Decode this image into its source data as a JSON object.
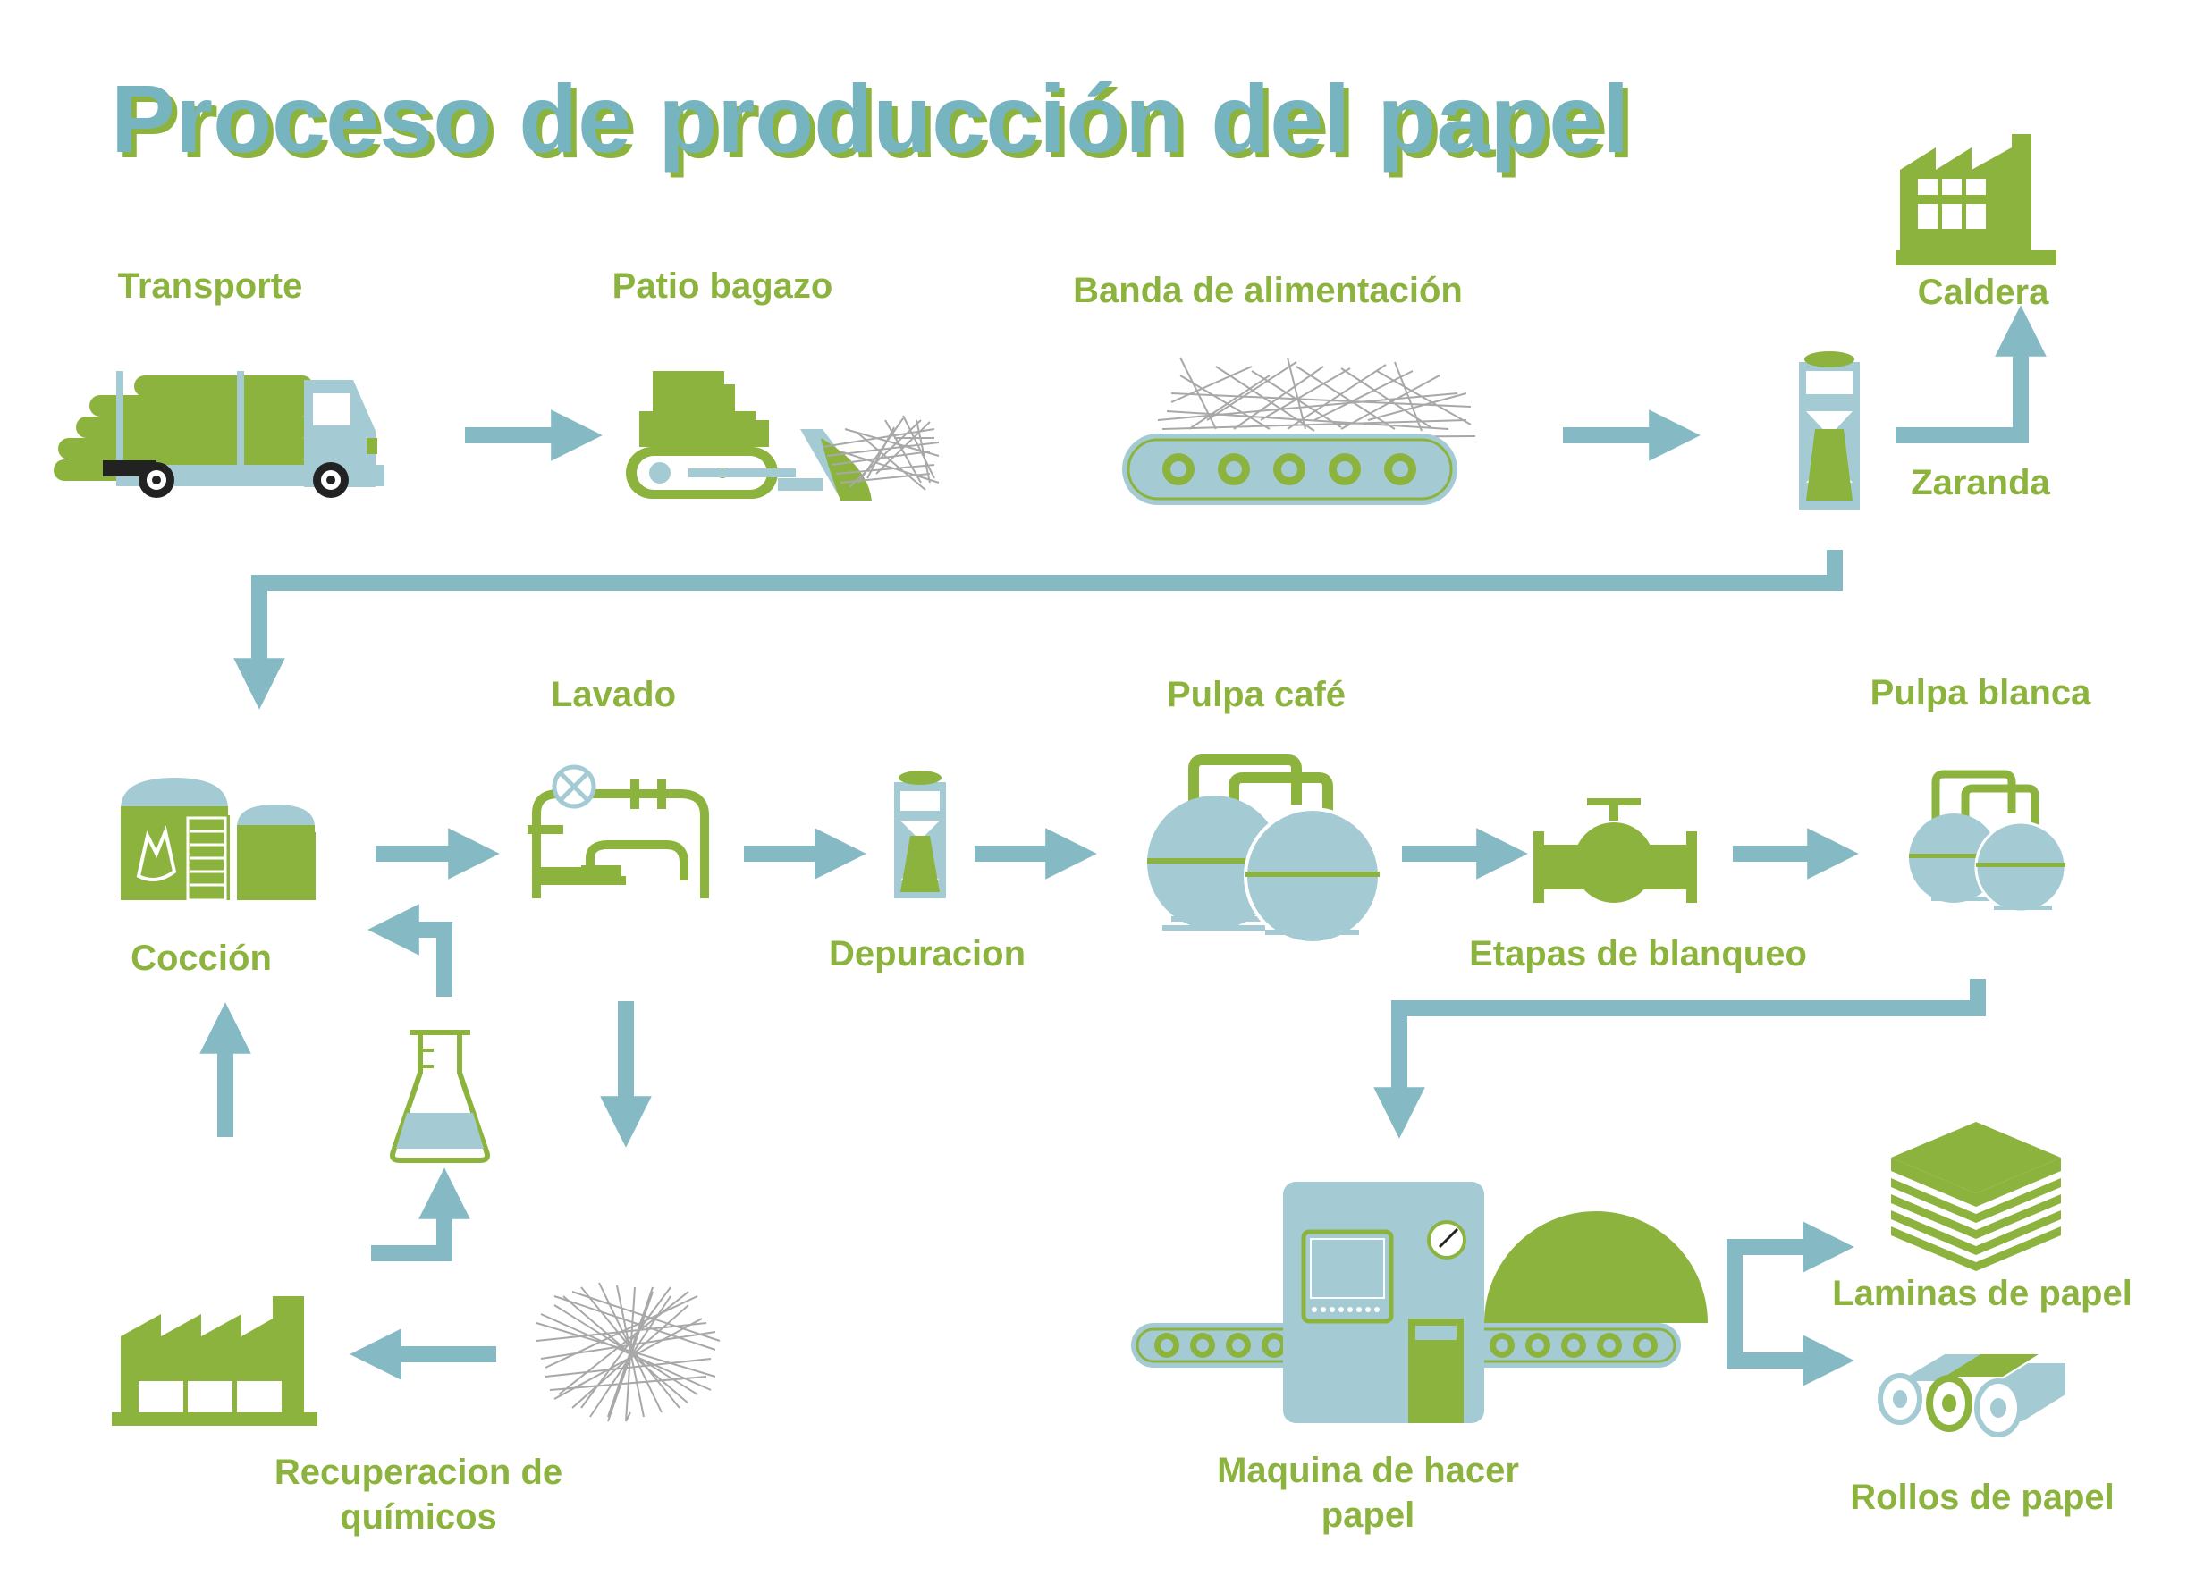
{
  "title": "Proceso de producción del papel",
  "colors": {
    "green": "#8db33f",
    "blue": "#a4cbd3",
    "arrow": "#85bac4",
    "gray": "#a8a8a8",
    "dark": "#222222"
  },
  "steps": {
    "transporte": "Transporte",
    "patio_bagazo": "Patio bagazo",
    "banda": "Banda de alimentación",
    "caldera": "Caldera",
    "zaranda": "Zaranda",
    "lavado": "Lavado",
    "pulpa_cafe": "Pulpa café",
    "pulpa_blanca": "Pulpa blanca",
    "coccion": "Cocción",
    "depuracion": "Depuracion",
    "etapas_blanqueo": "Etapas de blanqueo",
    "recuperacion_1": "Recuperacion de",
    "recuperacion_2": "químicos",
    "maquina_1": "Maquina de hacer",
    "maquina_2": "papel",
    "laminas": "Laminas de papel",
    "rollos": "Rollos de papel"
  },
  "icons": [
    "truck-icon",
    "bulldozer-icon",
    "conveyor-icon",
    "sieve-icon",
    "factory-icon",
    "digester-icon",
    "washer-pipe-icon",
    "purifier-icon",
    "tanks-icon",
    "valve-icon",
    "flask-icon",
    "fiber-pile-icon",
    "recovery-factory-icon",
    "paper-machine-icon",
    "paper-stack-icon",
    "paper-rolls-icon"
  ]
}
